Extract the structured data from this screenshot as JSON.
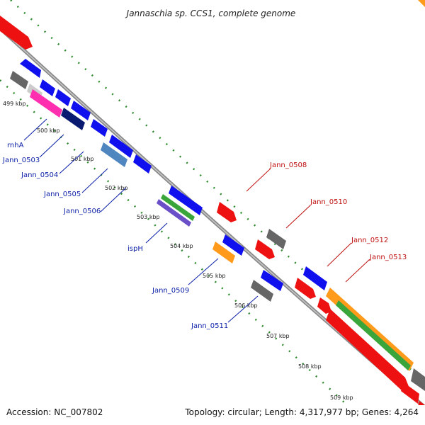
{
  "title": "Jannaschia sp. CCS1, complete genome",
  "footer": {
    "accession": "Accession: NC_007802",
    "summary": "Topology: circular; Length: 4,317,977 bp; Genes: 4,264"
  },
  "ticks": [
    "499 kbp",
    "500 kbp",
    "501 kbp",
    "502 kbp",
    "503 kbp",
    "504 kbp",
    "505 kbp",
    "506 kbp",
    "507 kbp",
    "508 kbp",
    "509 kbp"
  ],
  "colors": {
    "forward": "#1010ee",
    "reverse": "#ee1111",
    "gray": "#666666",
    "orange": "#ff9a1a",
    "steelblue": "#4f86c0",
    "pink": "#ff2fb0",
    "green": "#3aa53a",
    "purple": "#6a4fc8",
    "navy": "#0a1a70",
    "backbone": "#8a8a8a",
    "dots": "#2d8b2d"
  },
  "forward_labels": [
    "rnhA",
    "Jann_0503",
    "Jann_0504",
    "Jann_0505",
    "Jann_0506",
    "ispH",
    "Jann_0509",
    "Jann_0511"
  ],
  "reverse_labels": [
    "Jann_0508",
    "Jann_0510",
    "Jann_0512",
    "Jann_0513"
  ]
}
